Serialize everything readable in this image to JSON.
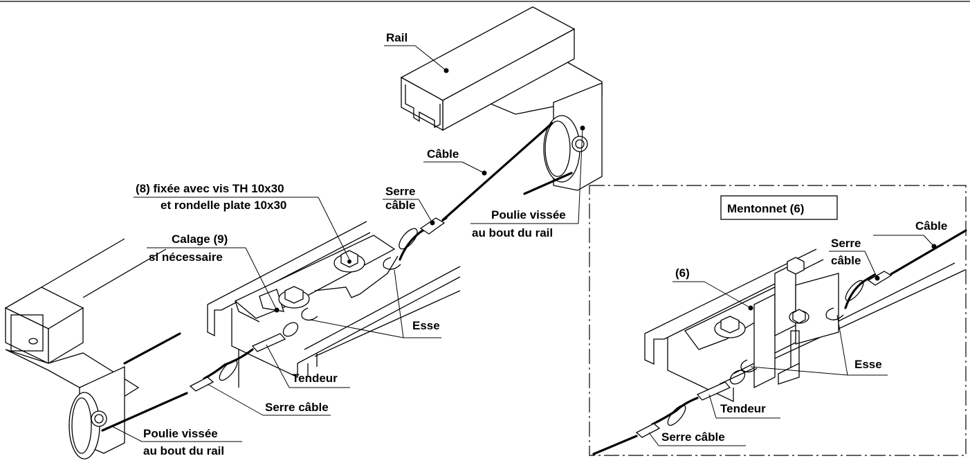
{
  "labels": {
    "rail": "Rail",
    "cable_top": "Câble",
    "serre_cable_top_1": "Serre",
    "serre_cable_top_2": "câble",
    "poulie_top_1": "Poulie vissée",
    "poulie_top_2": "au bout du rail",
    "fixation_1": "(8) fixée avec vis TH 10x30",
    "fixation_2": "et rondelle plate 10x30",
    "calage_1": "Calage (9)",
    "calage_2": "si nécessaire",
    "esse_left": "Esse",
    "tendeur_left": "Tendeur",
    "serre_cable_bottom": "Serre câble",
    "poulie_bottom_1": "Poulie vissée",
    "poulie_bottom_2": "au bout du rail"
  },
  "detail": {
    "title": "Mentonnet (6)",
    "part_6": "(6)",
    "cable": "Câble",
    "serre_1": "Serre",
    "serre_2": "câble",
    "esse": "Esse",
    "tendeur": "Tendeur",
    "serre_cable": "Serre câble"
  }
}
